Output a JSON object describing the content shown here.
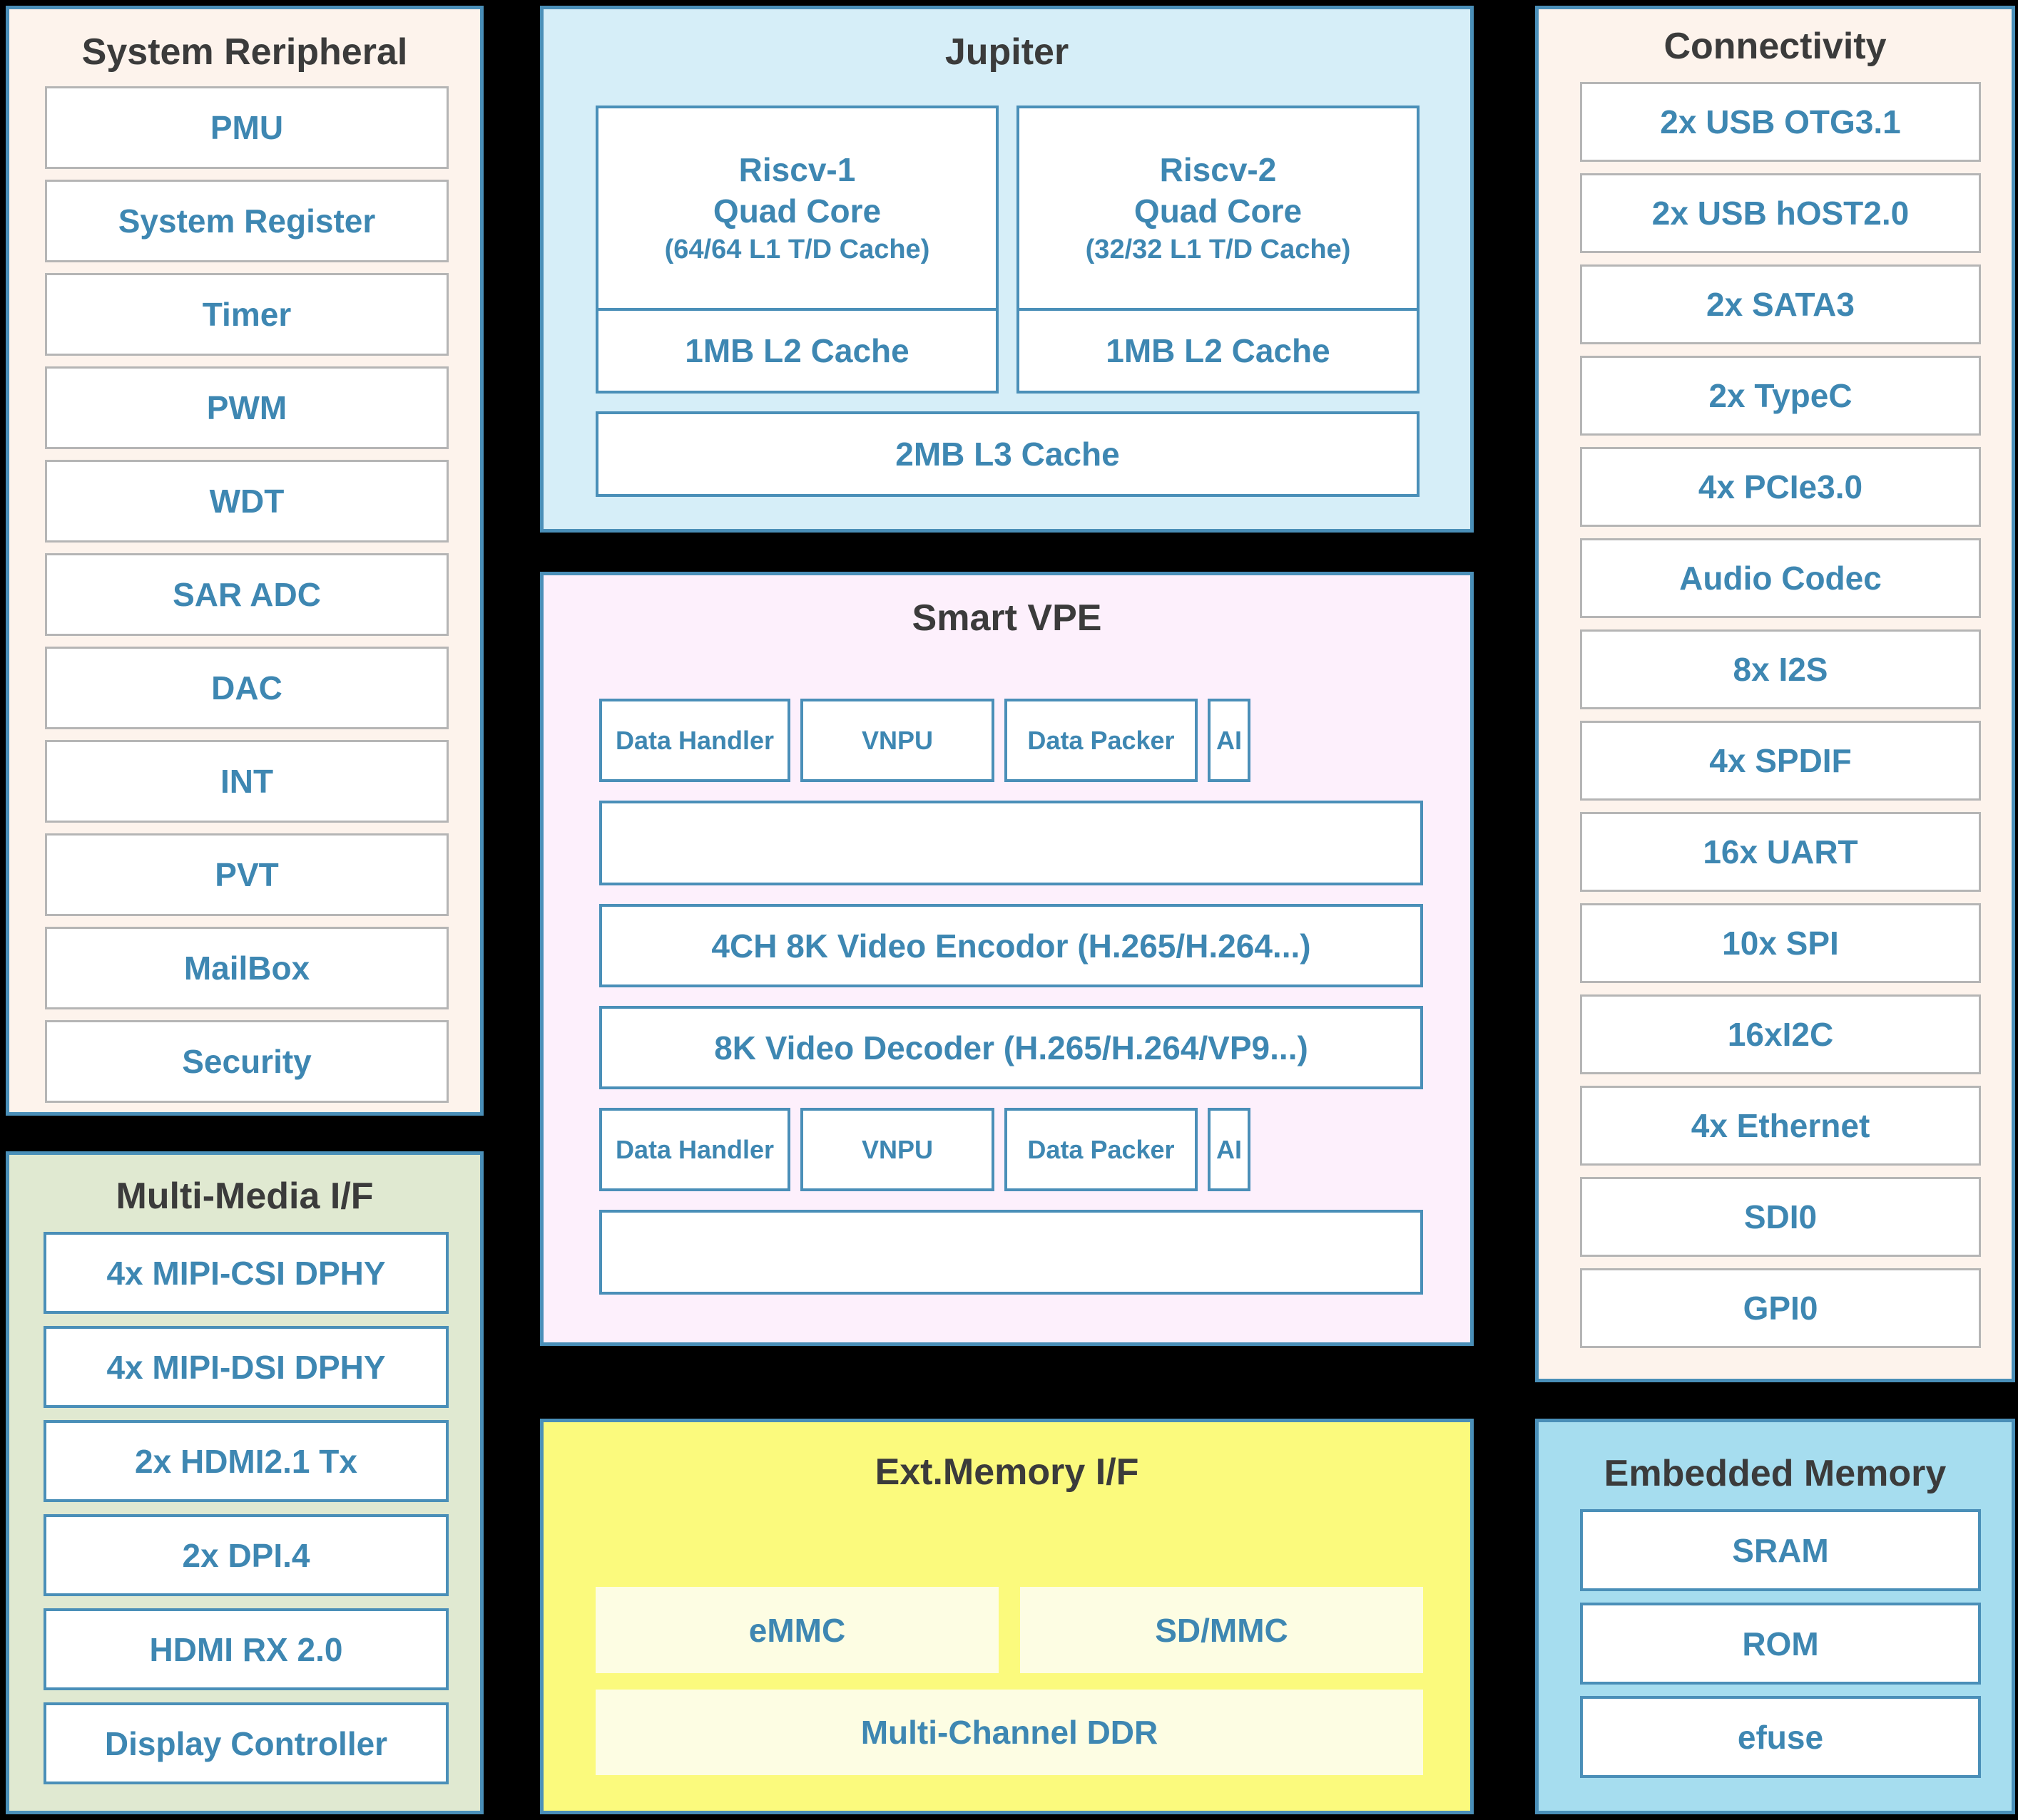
{
  "palette": {
    "background": "#000000",
    "panel_border_blue": "#4a8fb8",
    "item_text_blue": "#3e87b2",
    "title_text": "#3b3b3b",
    "cream_panel": "#fdf3ec",
    "green_panel": "#e0e9d1",
    "jupiter_panel": "#d6eef8",
    "vpe_panel": "#fdf0fc",
    "yellow_panel": "#fbfa7d",
    "yellow_item": "#fdfde3",
    "embedded_panel": "#a6ddef",
    "gray_item_border": "#b5b5b5",
    "white_item": "#ffffff"
  },
  "system_peripheral": {
    "title": "System Reripheral",
    "items": [
      "PMU",
      "System Register",
      "Timer",
      "PWM",
      "WDT",
      "SAR ADC",
      "DAC",
      "INT",
      "PVT",
      "MailBox",
      "Security"
    ]
  },
  "multimedia": {
    "title": "Multi-Media I/F",
    "items": [
      "4x MIPI-CSI DPHY",
      "4x MIPI-DSI DPHY",
      "2x HDMI2.1 Tx",
      "2x DPI.4",
      "HDMI RX 2.0",
      "Display Controller"
    ]
  },
  "jupiter": {
    "title": "Jupiter",
    "clusters": [
      {
        "line1": "Riscv-1",
        "line2": "Quad Core",
        "cache": "(64/64 L1 T/D Cache)",
        "l2": "1MB L2 Cache"
      },
      {
        "line1": "Riscv-2",
        "line2": "Quad Core",
        "cache": "(32/32 L1 T/D Cache)",
        "l2": "1MB L2 Cache"
      }
    ],
    "l3": "2MB L3 Cache"
  },
  "smart_vpe": {
    "title": "Smart VPE",
    "row_top": [
      "Data Handler",
      "VNPU",
      "Data Packer",
      "AI"
    ],
    "encoder": "4CH 8K Video Encodor  (H.265/H.264...)",
    "decoder": "8K Video Decoder  (H.265/H.264/VP9...)",
    "row_bottom": [
      "Data Handler",
      "VNPU",
      "Data Packer",
      "AI"
    ]
  },
  "ext_memory": {
    "title": "Ext.Memory I/F",
    "items": [
      "eMMC",
      "SD/MMC"
    ],
    "ddr": "Multi-Channel DDR"
  },
  "connectivity": {
    "title": "Connectivity",
    "items": [
      "2x USB OTG3.1",
      "2x USB hOST2.0",
      "2x SATA3",
      "2x TypeC",
      "4x PCIe3.0",
      "Audio Codec",
      "8x I2S",
      "4x SPDIF",
      "16x UART",
      "10x SPI",
      "16xI2C",
      "4x Ethernet",
      "SDI0",
      "GPI0"
    ]
  },
  "embedded_memory": {
    "title": "Embedded Memory",
    "items": [
      "SRAM",
      "ROM",
      "efuse"
    ]
  }
}
